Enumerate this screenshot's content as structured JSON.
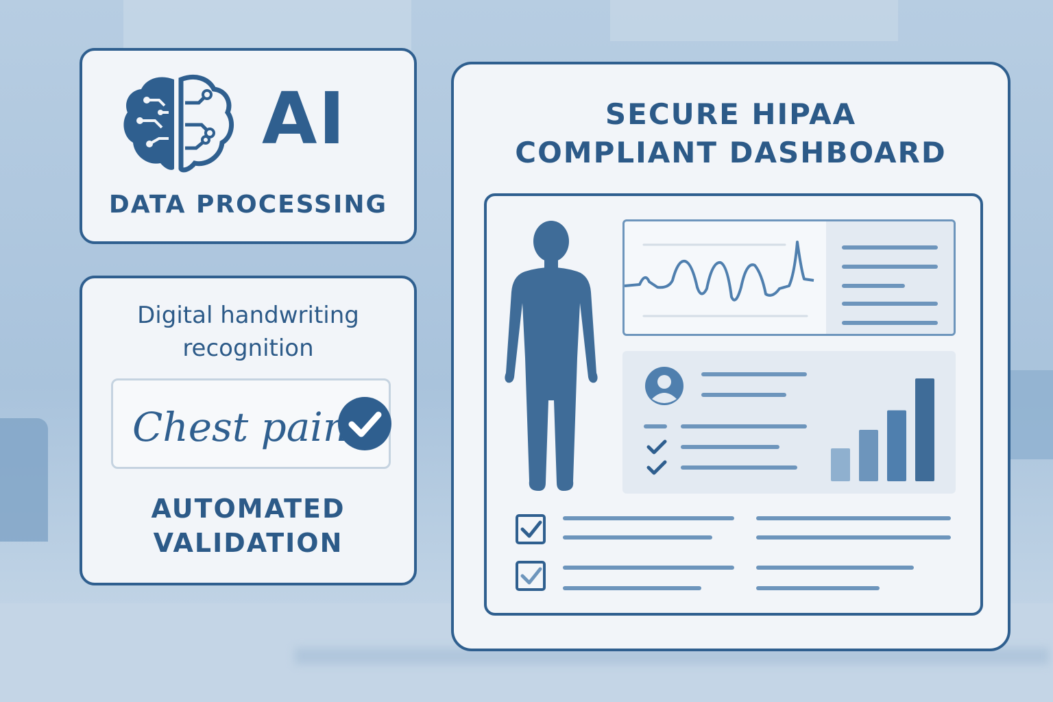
{
  "colors": {
    "primary": "#2f5f8f",
    "text": "#2c5a88",
    "accent": "#4f7fae",
    "background": "#b7cde2",
    "card": "#f2f5f9"
  },
  "ai_card": {
    "title": "AI",
    "subtitle": "DATA PROCESSING",
    "icon": "brain-circuit-icon"
  },
  "handwriting_card": {
    "heading_line1": "Digital handwriting",
    "heading_line2": "recognition",
    "handwritten_text": "Chest pain",
    "check_icon": "check-circle-icon",
    "footer_line1": "AUTOMATED",
    "footer_line2": "VALIDATION"
  },
  "dashboard": {
    "title_line1": "SECURE HIPAA",
    "title_line2": "COMPLIANT DASHBOARD",
    "body_icon": "human-body-icon",
    "patient_icon": "user-avatar-icon",
    "ecg_icon": "ecg-waveform-icon",
    "bar_values": [
      0.32,
      0.5,
      0.69,
      1.0
    ]
  }
}
